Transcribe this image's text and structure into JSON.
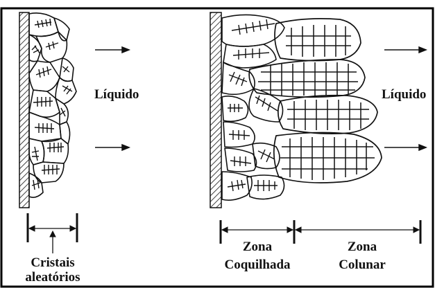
{
  "labels": {
    "liquid_left": "Líquido",
    "liquid_right": "Líquido",
    "random_crystals_line1": "Cristais",
    "random_crystals_line2": "aleatórios",
    "chill_zone_line1": "Zona",
    "chill_zone_line2": "Coquilhada",
    "columnar_zone_line1": "Zona",
    "columnar_zone_line2": "Colunar"
  },
  "colors": {
    "ink": "#111111",
    "background": "#ffffff",
    "frame": "#000000"
  }
}
